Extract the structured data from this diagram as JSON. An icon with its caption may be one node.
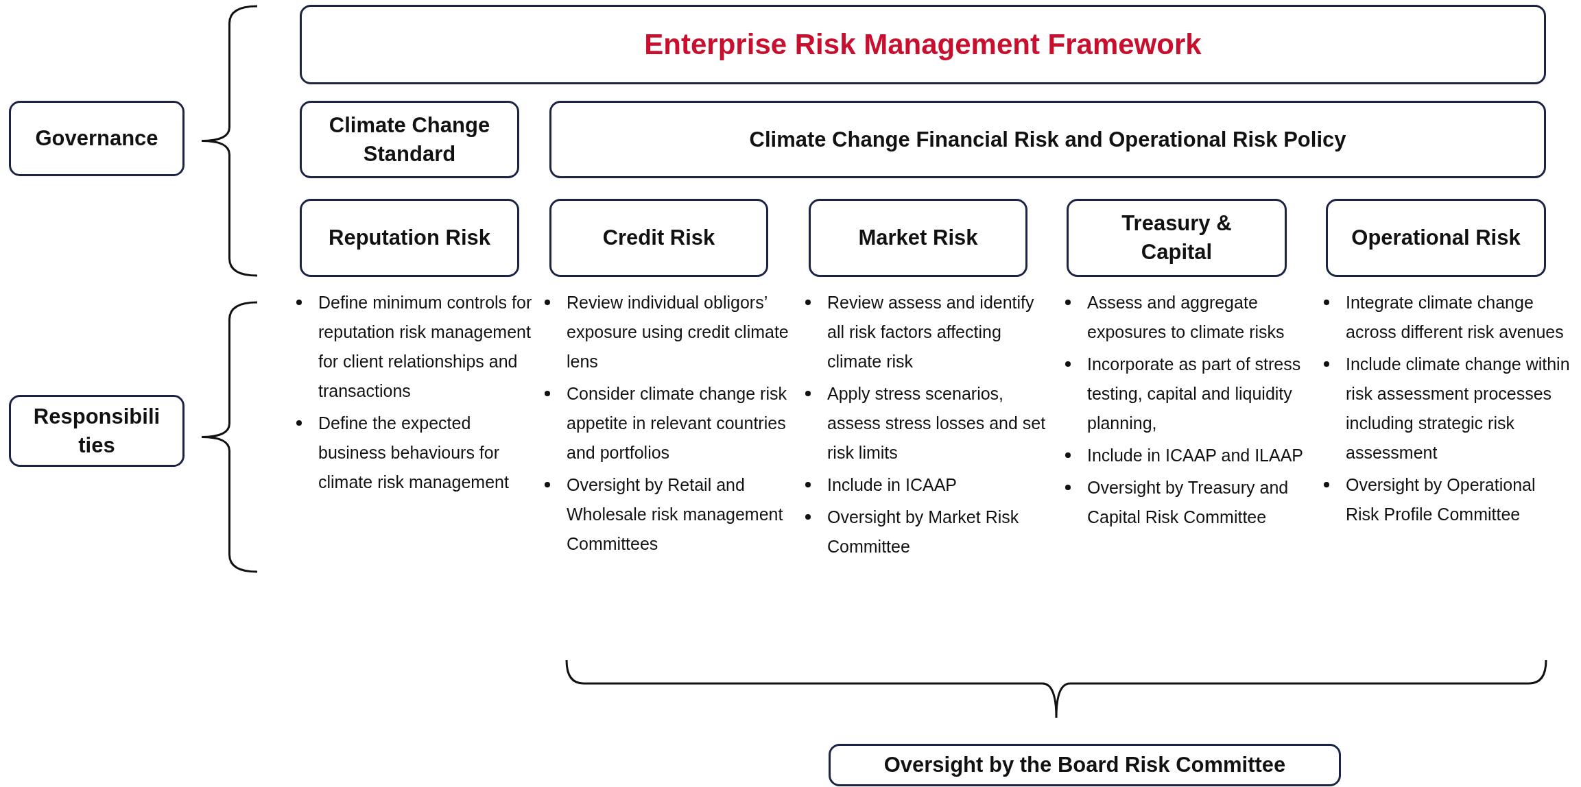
{
  "diagram": {
    "nodes": [
      {
        "text": [
          "Governance"
        ]
      },
      {
        "text": [
          "Responsibilities"
        ]
      },
      {
        "text": [
          "Enterprise Risk Management Framework"
        ]
      },
      {
        "text": [
          "Climate Change Standard"
        ]
      },
      {
        "text": [
          "Climate Change Financial Risk and Operational Risk Policy"
        ]
      },
      {
        "text": [
          "Reputation Risk"
        ],
        "beside": [
          "Define minimum controls for reputation risk management for client relationships and transactions",
          "Define the expected business behaviours for climate risk management"
        ]
      },
      {
        "text": [
          "Credit Risk"
        ],
        "beside": [
          "Review individual obligors’ exposure using credit climate lens",
          "Consider climate change risk appetite in relevant countries and portfolios",
          "Oversight by Retail and Wholesale risk management Committees"
        ]
      },
      {
        "text": [
          "Market Risk"
        ],
        "beside": [
          "Review assess and identify all risk factors affecting climate risk",
          "Apply stress scenarios, assess stress losses and set risk limits",
          "Include in ICAAP",
          "Oversight by Market Risk Committee"
        ]
      },
      {
        "text": [
          "Treasury & Capital"
        ],
        "beside": [
          "Assess and aggregate exposures to climate risks",
          "Incorporate as part of stress testing, capital and liquidity planning,",
          "Include in ICAAP and ILAAP",
          "Oversight by Treasury and Capital Risk Committee"
        ]
      },
      {
        "text": [
          "Operational Risk"
        ],
        "beside": [
          "Integrate climate change across different risk avenues",
          "Include climate change within risk assessment processes including strategic risk assessment",
          "Oversight by Operational Risk Profile Committee"
        ]
      },
      {
        "text": [
          "Oversight by the Board Risk Committee"
        ]
      }
    ]
  }
}
